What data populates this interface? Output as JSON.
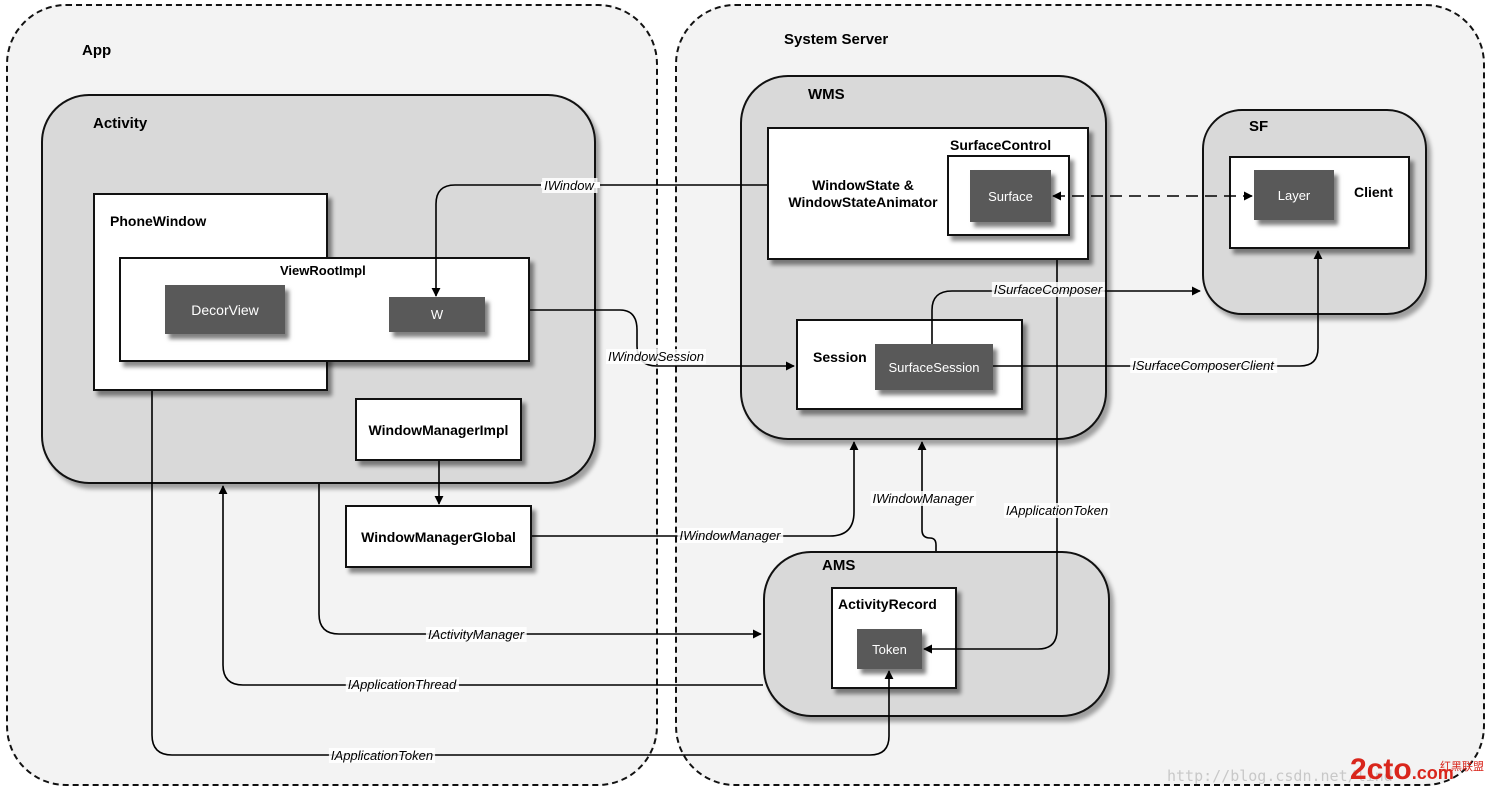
{
  "regions": {
    "app": "App",
    "system_server": "System Server"
  },
  "groups": {
    "activity": "Activity",
    "wms": "WMS",
    "sf": "SF",
    "ams": "AMS"
  },
  "boxes": {
    "phone_window": "PhoneWindow",
    "view_root_impl": "ViewRootImpl",
    "decor_view": "DecorView",
    "w": "W",
    "window_manager_impl": "WindowManagerImpl",
    "window_manager_global": "WindowManagerGlobal",
    "window_state": "WindowState &\nWindowStateAnimator",
    "surface_control": "SurfaceControl",
    "surface": "Surface",
    "session": "Session",
    "surface_session": "SurfaceSession",
    "client": "Client",
    "layer": "Layer",
    "activity_record": "ActivityRecord",
    "token": "Token"
  },
  "edges": {
    "iwindow": "IWindow",
    "iwindow_session": "IWindowSession",
    "isurface_composer": "ISurfaceComposer",
    "isurface_composer_client": "ISurfaceComposerClient",
    "iwindow_manager_global": "IWindowManager",
    "iwindow_manager_ams": "IWindowManager",
    "iapplication_token_wms": "IApplicationToken",
    "iactivity_manager": "IActivityManager",
    "iapplication_thread": "IApplicationThread",
    "iapplication_token_app": "IApplicationToken"
  },
  "watermark": {
    "url": "http://blog.csdn.net/lind",
    "logo": "2cto",
    "logo_suffix": ".com",
    "logo_sub": "红黑联盟"
  }
}
